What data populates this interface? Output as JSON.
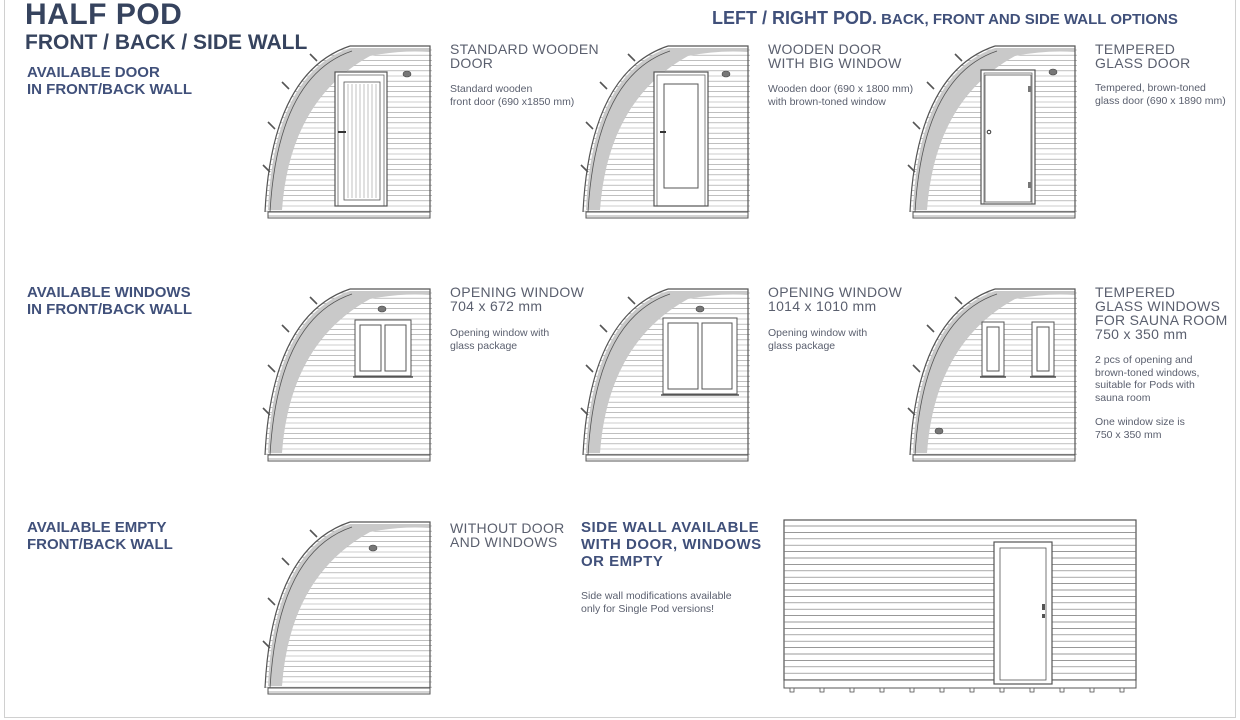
{
  "header": {
    "title": "HALF POD",
    "subtitle": "FRONT / BACK / SIDE WALL",
    "right_title_bold": "LEFT / RIGHT POD.",
    "right_title_rest": " BACK, FRONT AND SIDE WALL OPTIONS"
  },
  "sections": {
    "doors": "AVAILABLE DOOR\nIN FRONT/BACK WALL",
    "windows": "AVAILABLE WINDOWS\nIN FRONT/BACK WALL",
    "empty": "AVAILABLE EMPTY\nFRONT/BACK WALL"
  },
  "options": {
    "standard_door": {
      "title": "STANDARD WOODEN\nDOOR",
      "desc": "Standard wooden\nfront door (690 x1850 mm)"
    },
    "big_window_door": {
      "title": "WOODEN DOOR\nWITH BIG WINDOW",
      "desc": "Wooden door (690 x 1800 mm)\nwith brown-toned window"
    },
    "glass_door": {
      "title": "TEMPERED\nGLASS DOOR",
      "desc": "Tempered, brown-toned\nglass door (690 x 1890 mm)"
    },
    "window_704": {
      "title": "OPENING WINDOW\n704 x 672 mm",
      "desc": "Opening window with\nglass package"
    },
    "window_1014": {
      "title": "OPENING WINDOW\n1014 x 1010 mm",
      "desc": "Opening window with\nglass package"
    },
    "sauna_windows": {
      "title": "TEMPERED\nGLASS WINDOWS\nFOR SAUNA ROOM\n750 x 350 mm",
      "desc": "2 pcs of opening and\nbrown-toned windows,\nsuitable for Pods with\nsauna room",
      "desc2": "One window size is\n750 x 350 mm"
    },
    "without": {
      "title": "WITHOUT DOOR\nAND WINDOWS"
    }
  },
  "side_wall": {
    "title": "SIDE WALL AVAILABLE\nWITH DOOR, WINDOWS\nOR EMPTY",
    "desc": "Side wall modifications available\nonly for Single Pod versions!"
  },
  "colors": {
    "heading": "#36435e",
    "text": "#5a5f6e",
    "line": "#555555",
    "shade": "#c9c9c9"
  }
}
